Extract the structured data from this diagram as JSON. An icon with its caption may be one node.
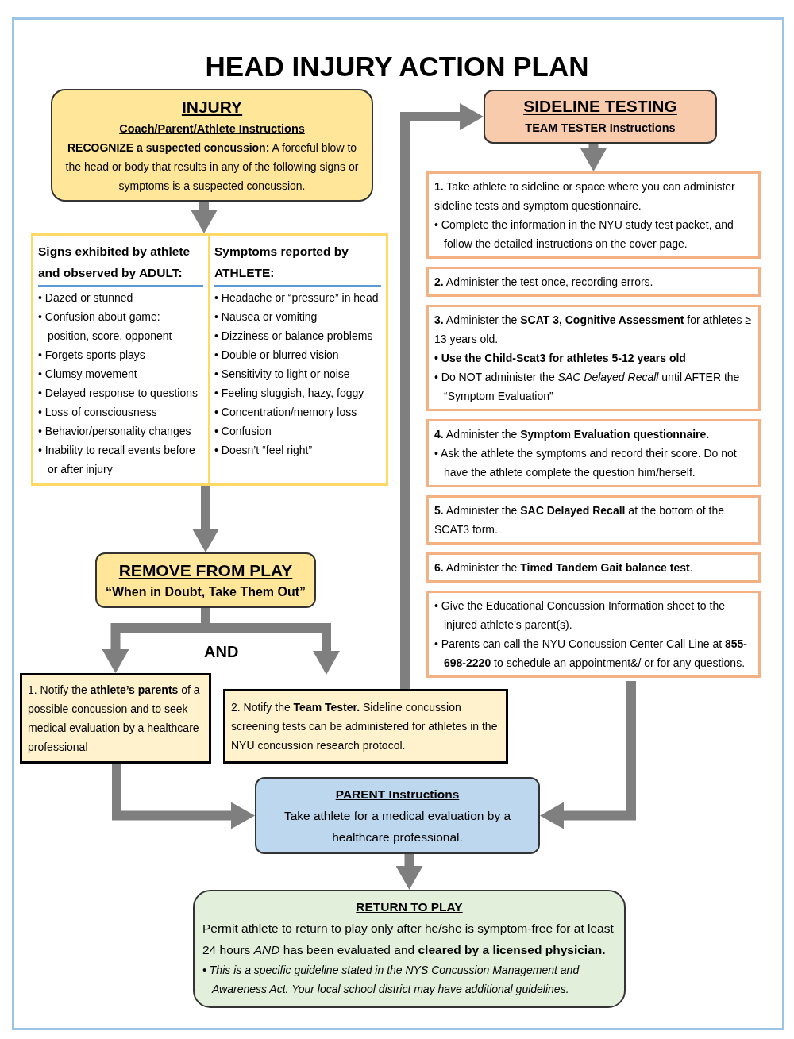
{
  "diagram": {
    "title": "HEAD INJURY ACTION PLAN",
    "nodes": [
      {
        "text": [
          "INJURY",
          "Coach/Parent/Athlete Instructions",
          "**RECOGNIZE a suspected concussion:** A forceful blow to the head or body that results in any of the following signs or symptoms is a suspected concussion."
        ]
      },
      {
        "text": [],
        "shape": "box"
      },
      {
        "text": [
          "Signs exhibited by athlete and observed by ADULT:",
          "• Dazed or stunned",
          "• Confusion about game: position, score, opponent",
          "• Forgets sports plays",
          "• Clumsy movement",
          "• Delayed response to questions",
          "• Loss of consciousness",
          "• Behavior/personality changes",
          "• Inability to recall events before or after injury"
        ],
        "in": 1
      },
      {
        "text": [
          "Symptoms reported by ATHLETE:",
          "• Headache or “pressure” in head",
          "• Nausea or vomiting",
          "• Dizziness or balance problems",
          "• Double or blurred vision",
          "• Sensitivity to light or noise",
          "• Feeling sluggish, hazy, foggy",
          "• Concentration/memory loss",
          "• Confusion",
          "• Doesn’t “feel right”"
        ],
        "in": 1
      },
      {
        "text": [
          "REMOVE FROM PLAY",
          "“When in Doubt, Take Them Out”"
        ]
      },
      {
        "text": [
          "1. Notify the **athlete’s parents** of a possible concussion and to seek medical evaluation by a healthcare professional"
        ]
      },
      {
        "text": [
          "2. Notify the **Team Tester.** Sideline concussion screening tests can be administered for athletes in the NYU concussion research protocol."
        ]
      },
      {
        "text": [
          "SIDELINE TESTING",
          "TEAM TESTER Instructions"
        ]
      },
      {
        "text": [
          "**1.** Take athlete to sideline or space where you can administer sideline tests and symptom questionnaire.",
          "• Complete the information in the NYU study test packet, and follow the detailed instructions on the cover page."
        ]
      },
      {
        "text": [
          "**2.** Administer the test once, recording errors."
        ]
      },
      {
        "text": [
          "**3.** Administer the **SCAT 3, Cognitive Assessment** for athletes ≥ 13 years old.",
          "• Use the Child-Scat3 for athletes 5-12 years old",
          "• Do NOT administer the *SAC Delayed Recall* until AFTER the “Symptom Evaluation”"
        ]
      },
      {
        "text": [
          "**4.** Administer the **Symptom Evaluation questionnaire.**",
          "• Ask the athlete the symptoms and record their score. Do not have the athlete complete the question him/herself."
        ]
      },
      {
        "text": [
          "**5.** Administer the **SAC Delayed Recall** at the bottom of the SCAT3 form."
        ]
      },
      {
        "text": [
          "**6.** Administer the **Timed Tandem Gait balance test**."
        ]
      },
      {
        "text": [
          "• Give the Educational Concussion Information sheet to the injured athlete’s parent(s).",
          "• Parents can call the NYU Concussion Center Call Line at **855-698-2220** to schedule an appointment&/ or for any questions."
        ]
      },
      {
        "text": [
          "PARENT Instructions",
          "Take athlete for a medical evaluation by a healthcare professional."
        ]
      },
      {
        "text": [
          "RETURN TO PLAY",
          "Permit athlete to return to play only after he/she is symptom-free for at least 24 hours *AND* has been evaluated and **cleared by a licensed physician.**",
          "• This is a specific guideline stated in the NYS Concussion Management and Awareness Act. Your local school district may have additional guidelines."
        ]
      }
    ],
    "edges": [
      {
        "from": 0,
        "to": 1,
        "arrow": "to"
      },
      {
        "from": 1,
        "to": 4,
        "arrow": "to"
      },
      {
        "from": 4,
        "to": 5,
        "arrow": "to"
      },
      {
        "from": 4,
        "to": 6,
        "arrow": "to"
      },
      {
        "from": 6,
        "to": 7,
        "arrow": "to"
      },
      {
        "from": 7,
        "to": 8,
        "arrow": "to"
      },
      {
        "from": 14,
        "to": 15,
        "arrow": "to"
      },
      {
        "from": 5,
        "to": 15,
        "arrow": "to"
      },
      {
        "from": 15,
        "to": 16,
        "arrow": "to"
      }
    ],
    "labels": [
      "AND"
    ]
  }
}
